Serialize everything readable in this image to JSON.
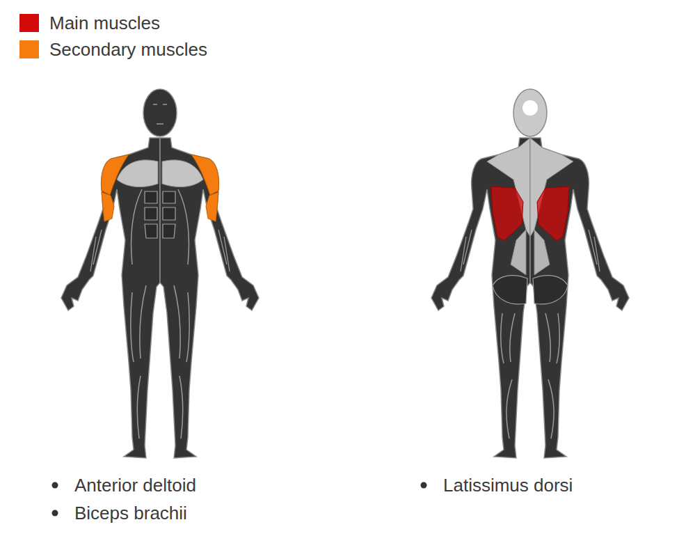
{
  "diagram": {
    "labels": [
      "Anterior deltoid",
      "Biceps brachii",
      "Latissimus dorsi"
    ],
    "legend": [
      {
        "text": "Main muscles",
        "color": "#d20a0a"
      },
      {
        "text": "Secondary muscles",
        "color": "#f57c0e"
      }
    ]
  }
}
